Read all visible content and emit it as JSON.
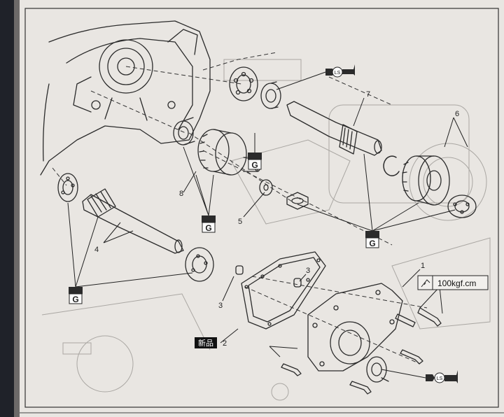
{
  "header": {
    "faded_text": ""
  },
  "callouts": {
    "n1": "1",
    "n2": "2",
    "n3a": "3",
    "n3b": "3",
    "n4": "4",
    "n5": "5",
    "n6": "6",
    "n7": "7",
    "n8": "8"
  },
  "torque": {
    "value": "100kgf.cm"
  },
  "new_part": {
    "text": "新品"
  },
  "grease_symbol": {
    "letter": "G"
  },
  "ls_symbol": {
    "text": "LS"
  },
  "colors": {
    "paper": "#e9e6e2",
    "ink": "#2b2b2b",
    "ghost": "#aaa7a3",
    "spine": "#1f2229"
  }
}
